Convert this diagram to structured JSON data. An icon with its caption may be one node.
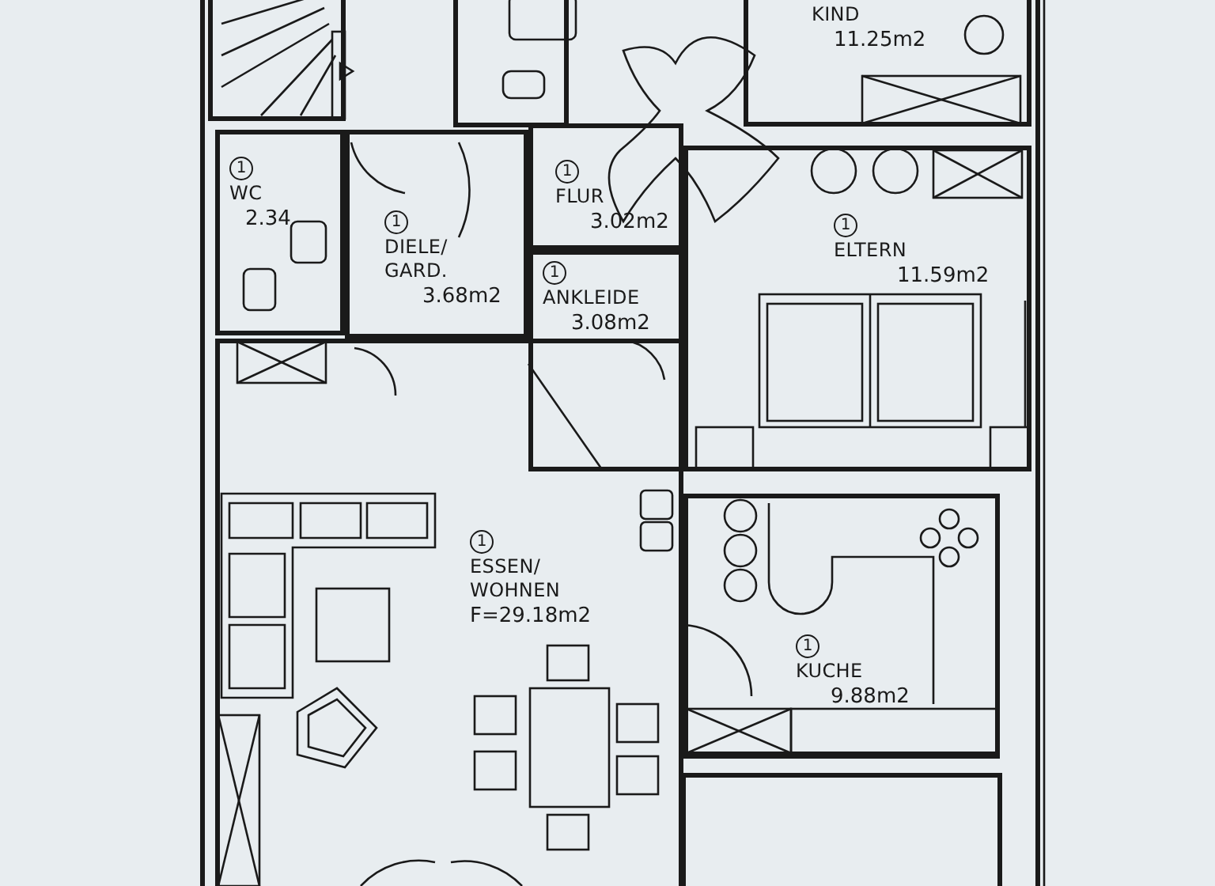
{
  "diagram": {
    "nodes": [
      {
        "text": [
          "KIND",
          "11.25m2"
        ]
      },
      {
        "text": [
          "1",
          "WC",
          "2.34"
        ]
      },
      {
        "text": [
          "1",
          "DIELE/ GARD.",
          "3.68m2"
        ]
      },
      {
        "text": [
          "1",
          "FLUR",
          "3.02m2"
        ]
      },
      {
        "text": [
          "1",
          "ANKLEIDE",
          "3.08m2"
        ]
      },
      {
        "text": [
          "1",
          "ELTERN",
          "11.59m2"
        ]
      },
      {
        "text": [
          "1",
          "ESSEN/ WOHNEN",
          "F=29.18m2"
        ]
      },
      {
        "text": [
          "1",
          "KUCHE",
          "9.88m2"
        ]
      }
    ],
    "edges": []
  }
}
